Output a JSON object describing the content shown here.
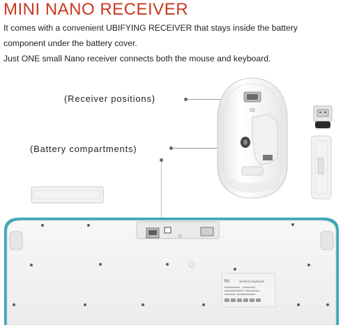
{
  "heading": "MINI NANO RECEIVER",
  "description_lines": [
    "It comes with a convenient UBIFYING RECEIVER that stays inside the battery",
    "component under the battery cover.",
    "Just ONE small Nano receiver connects both the mouse and keyboard."
  ],
  "callouts": {
    "receiver_positions": "(Receiver positions)",
    "battery_compartments": "(Battery compartments)"
  },
  "keyboard_label": {
    "brand": "Rii",
    "product": "wireless keyboard"
  },
  "colors": {
    "heading": "#c8381e",
    "teal_trim": "#3aa8b8",
    "device_white": "#f4f4f4"
  }
}
